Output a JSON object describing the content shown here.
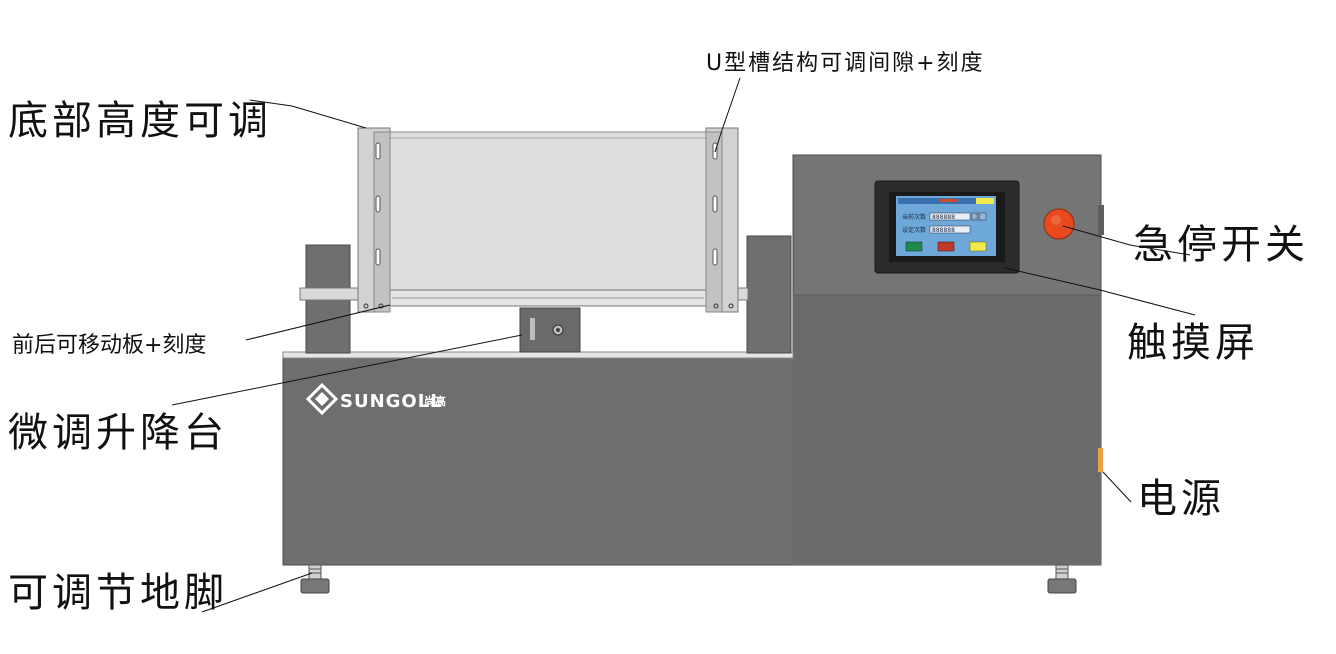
{
  "labels": {
    "u_slot": "U型槽结构可调间隙+刻度",
    "bottom_height": "底部高度可调",
    "estop": "急停开关",
    "touch_screen": "触摸屏",
    "front_back_plate": "前后可移动板+刻度",
    "micro_lift": "微调升降台",
    "power": "电源",
    "feet": "可调节地脚"
  },
  "brand": {
    "name": "SUNGOLL",
    "cn": "尚高"
  },
  "screen": {
    "row1_label": "当前次数",
    "row1_value": "888888",
    "row1_unit": "次",
    "row2_label": "设定次数",
    "row2_value": "888888"
  },
  "colors": {
    "cabinet": "#6e6e6e",
    "cabinet_top": "#757575",
    "frame": "#d4d4d4",
    "screen_bg": "#6ea8d9",
    "estop": "#e8491d",
    "btn_green": "#1f8a4c",
    "btn_red": "#c0392b",
    "btn_yellow": "#f2e94e"
  }
}
